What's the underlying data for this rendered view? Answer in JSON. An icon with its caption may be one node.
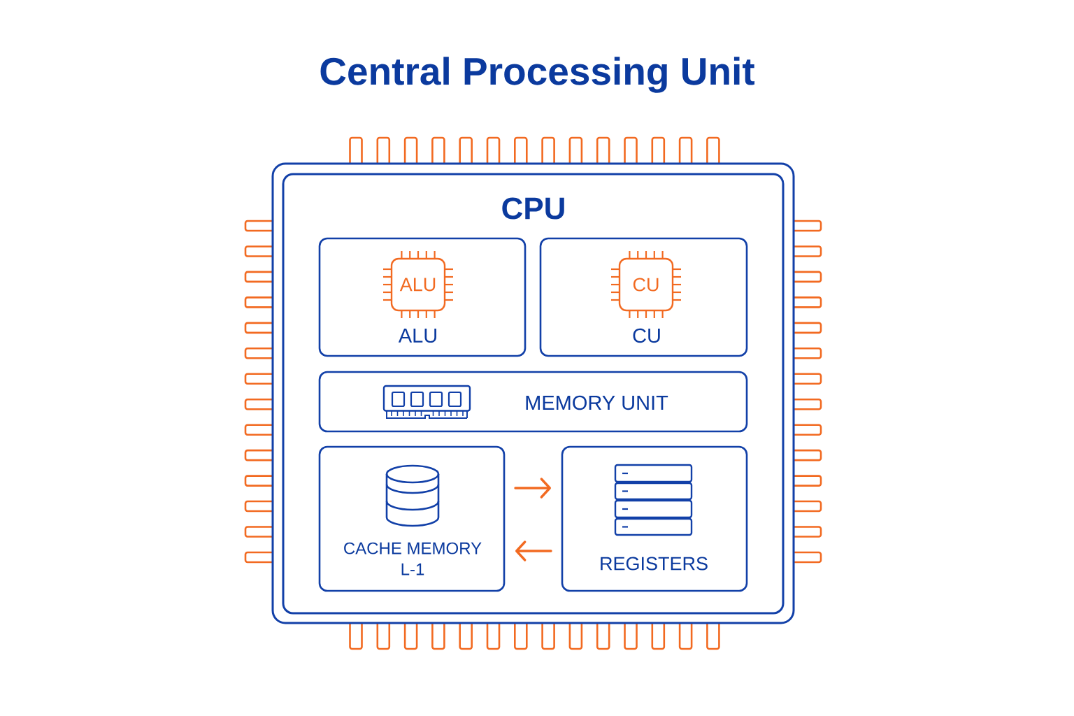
{
  "diagram": {
    "title": "Central Processing Unit",
    "nodes": [
      {
        "text": [],
        "shape": "box"
      },
      {
        "text": [
          "CPU"
        ],
        "in": 0
      },
      {
        "text": [
          "ALU"
        ],
        "in": 1
      },
      {
        "text": [
          "ALU"
        ],
        "in": 2
      },
      {
        "text": [
          "CU"
        ],
        "in": 1
      },
      {
        "text": [
          "CU"
        ],
        "in": 4
      },
      {
        "text": [
          "MEMORY UNIT"
        ],
        "in": 1
      },
      {
        "text": [
          "CACHE MEMORY L-1"
        ],
        "in": 1
      },
      {
        "text": [
          "REGISTERS"
        ],
        "in": 1
      }
    ],
    "edges": [
      {
        "from": 7,
        "to": 8,
        "arrow": "to",
        "color": "#f26a21"
      },
      {
        "from": 8,
        "to": 7,
        "arrow": "to",
        "color": "#f26a21"
      }
    ]
  }
}
